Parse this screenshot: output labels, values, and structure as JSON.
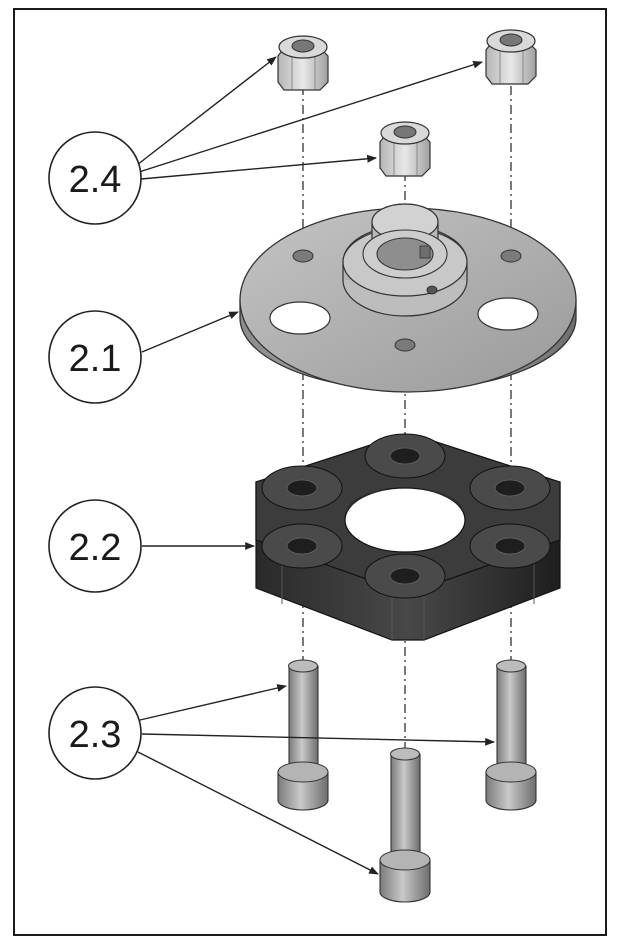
{
  "callouts": [
    {
      "id": "c24",
      "label": "2.4"
    },
    {
      "id": "c21",
      "label": "2.1"
    },
    {
      "id": "c22",
      "label": "2.2"
    },
    {
      "id": "c23",
      "label": "2.3"
    }
  ],
  "colors": {
    "flange": "#a9a9a9",
    "flange_side": "#7d7d7d",
    "spider": "#3a3a3a",
    "spider_side": "#222222",
    "screw": "#9a9a9a",
    "nut": "#cfcfcf",
    "line": "#222222"
  },
  "icons": {
    "c24": "hex-nut-icon",
    "c21": "hub-flange-icon",
    "c22": "elastomer-spider-icon",
    "c23": "cap-screw-icon"
  }
}
